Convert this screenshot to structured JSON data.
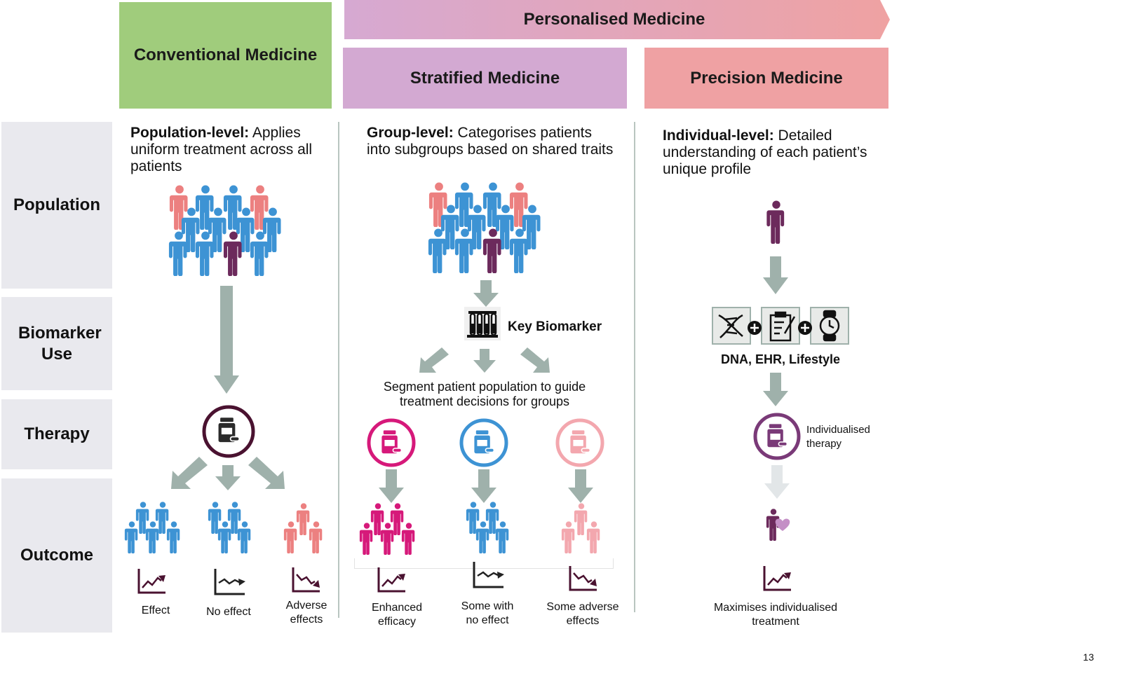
{
  "headers": {
    "conventional": "Conventional Medicine",
    "personalised": "Personalised Medicine",
    "stratified": "Stratified Medicine",
    "precision": "Precision Medicine"
  },
  "rows": {
    "population": "Population",
    "biomarker": "Biomarker Use",
    "therapy": "Therapy",
    "outcome": "Outcome"
  },
  "conventional": {
    "desc_bold": "Population-level:",
    "desc_rest": " Applies uniform treatment across all patients",
    "outcomes": [
      {
        "label": "Effect",
        "trend": "up"
      },
      {
        "label": "No effect",
        "trend": "flat"
      },
      {
        "label": "Adverse effects",
        "trend": "down"
      }
    ]
  },
  "stratified": {
    "desc_bold": "Group-level:",
    "desc_rest": " Categorises patients into subgroups based on shared traits",
    "biomarker_label": "Key Biomarker",
    "segment_text": "Segment patient population to guide treatment decisions for groups",
    "outcomes": [
      {
        "label": "Enhanced efficacy",
        "trend": "up"
      },
      {
        "label": "Some with no effect",
        "trend": "flat"
      },
      {
        "label": "Some adverse effects",
        "trend": "down"
      }
    ]
  },
  "precision": {
    "desc_bold": "Individual-level:",
    "desc_rest": " Detailed understanding of each patient’s unique profile",
    "data_label": "DNA, EHR, Lifestyle",
    "therapy_label": "Individualised therapy",
    "outcome_label": "Maximises individualised treatment",
    "outcome_trend": "up"
  },
  "colors": {
    "conventional": "#a0cc7c",
    "stratified": "#d3a9d2",
    "precision": "#efa1a3",
    "arrow": "#9fb1ab",
    "blue": "#3d93d4",
    "salmon": "#ec8080",
    "purple": "#6c2a5c",
    "magenta": "#d6197a",
    "pink": "#f3a7ae",
    "dark": "#4a1230"
  },
  "icons": [
    "person-icon",
    "medicine-bottle-icon",
    "test-tubes-icon",
    "dna-icon",
    "clipboard-icon",
    "watch-icon",
    "plus-icon",
    "heart-icon",
    "trend-chart-icon"
  ],
  "page_number": "13"
}
